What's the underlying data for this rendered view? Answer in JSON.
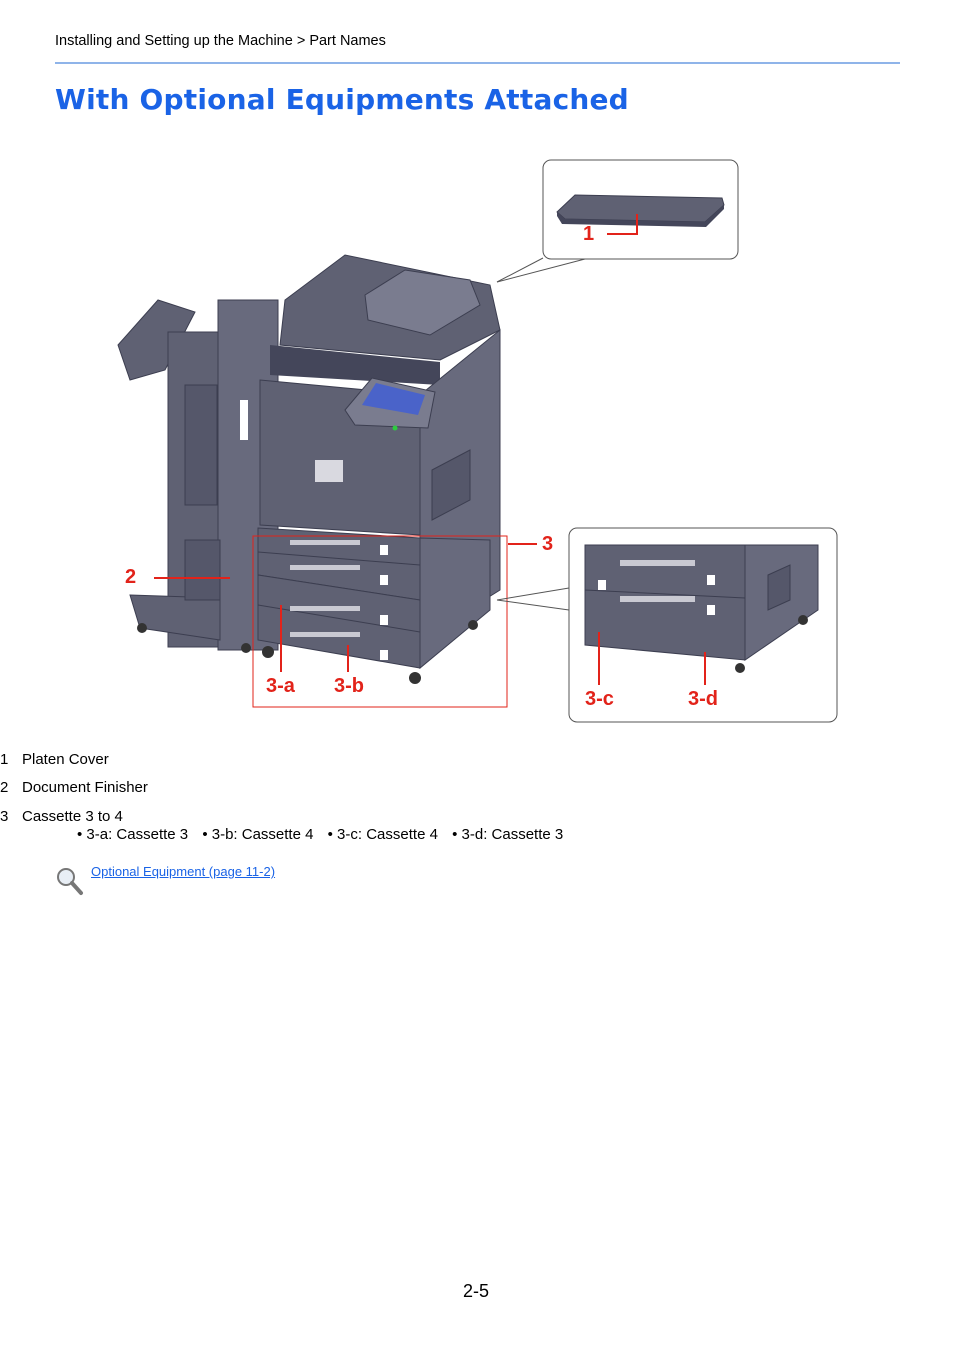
{
  "header": {
    "breadcrumb": "Installing and Setting up the Machine > Part Names"
  },
  "title": "With Optional Equipments Attached",
  "figure": {
    "callouts": {
      "c1": "1",
      "c2": "2",
      "c3": "3",
      "c3a": "3-a",
      "c3b": "3-b",
      "c3c": "3-c",
      "c3d": "3-d"
    },
    "colors": {
      "callout": "#e2231a",
      "machine_body": "#5f6173",
      "machine_dark": "#44465a",
      "machine_light": "#7a7c8f",
      "panel_screen": "#4a63c9"
    }
  },
  "legend": {
    "items": [
      {
        "num": "1",
        "label": "Platen Cover"
      },
      {
        "num": "2",
        "label": "Document Finisher"
      },
      {
        "num": "3",
        "label": "Cassette 3 to 4"
      }
    ],
    "sub_items": [
      "• 3-a: Cassette 3",
      "• 3-b: Cassette 4",
      "• 3-c: Cassette 4",
      "• 3-d: Cassette 3"
    ]
  },
  "reference": {
    "icon": "magnifier-icon",
    "link": "Optional Equipment (page 11-2)"
  },
  "footer": {
    "page_number": "2-5"
  }
}
